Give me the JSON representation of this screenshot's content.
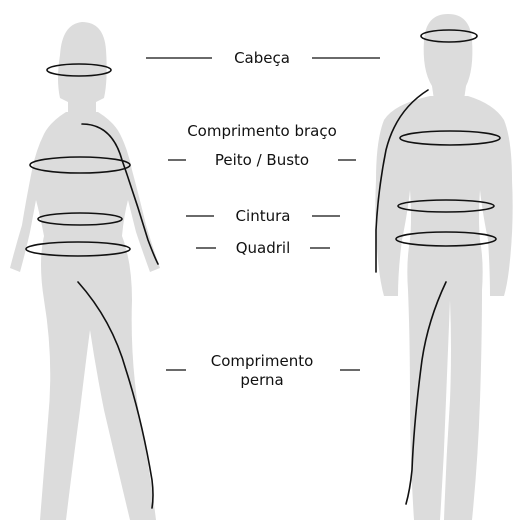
{
  "labels": {
    "head": "Cabeça",
    "arm_length": "Comprimento braço",
    "chest_bust": "Peito / Busto",
    "waist": "Cintura",
    "hip": "Quadril",
    "leg_length_line1": "Comprimento",
    "leg_length_line2": "perna"
  },
  "colors": {
    "figure_fill": "#dcdcdc",
    "measure_line": "#111111",
    "background": "#ffffff"
  }
}
